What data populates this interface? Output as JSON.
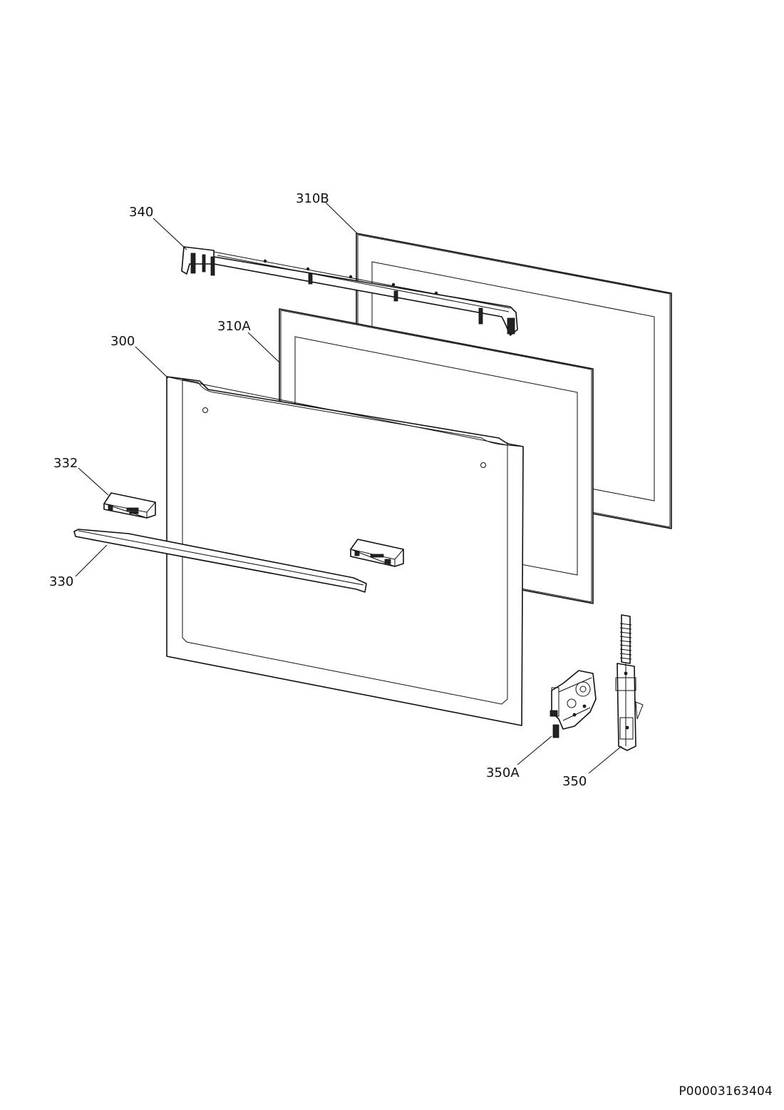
{
  "callouts": {
    "c340": "340",
    "c310B": "310B",
    "c310A": "310A",
    "c300": "300",
    "c332": "332",
    "c330": "330",
    "c350A": "350A",
    "c350": "350"
  },
  "document_code": "P00003163404"
}
